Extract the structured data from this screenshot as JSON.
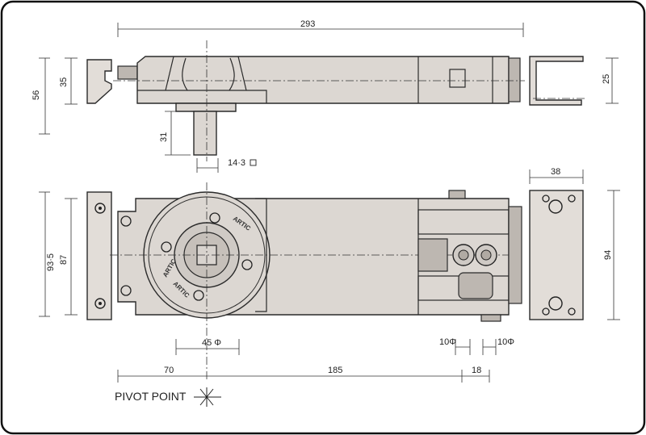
{
  "dimensions": {
    "overall_length": "293",
    "side_height_total": "56",
    "side_height_body": "35",
    "spindle_length": "31",
    "spindle_square": "14·3",
    "side_cap_height": "25",
    "top_plate_width": "38",
    "plan_width_total": "93·5",
    "plan_width_plate": "87",
    "plan_plate_right": "94",
    "pivot_diameter": "45 Φ",
    "offset_left": "70",
    "main_length": "185",
    "end_length": "18",
    "hole_left": "10Φ",
    "hole_right": "10Φ"
  },
  "labels": {
    "pivot_point": "PIVOT POINT",
    "brand_1": "ARTIC",
    "brand_2": "ARTIC",
    "brand_3": "ARTIC"
  }
}
